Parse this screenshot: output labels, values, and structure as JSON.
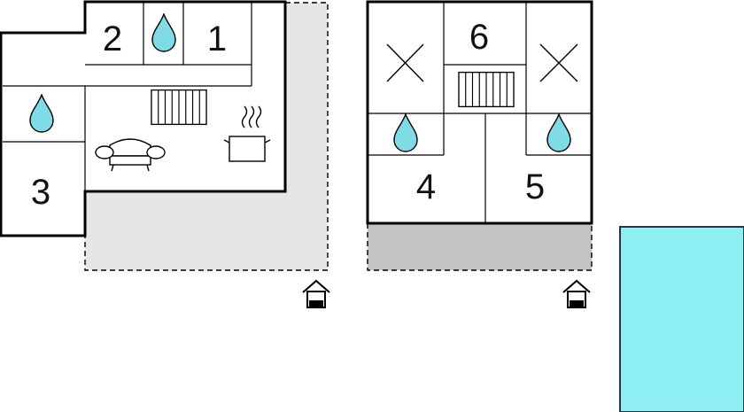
{
  "colors": {
    "water": "#7fdce6",
    "terrace": "#e6e6e6",
    "terrace_dark": "#c3c3c3",
    "pool": "#8eeff2",
    "pool_border": "#1a3a4a"
  },
  "left_building": {
    "rooms": [
      {
        "id": "room-1",
        "label": "1"
      },
      {
        "id": "room-2",
        "label": "2"
      },
      {
        "id": "room-3",
        "label": "3"
      }
    ],
    "icons": [
      "water-drop-icon",
      "water-drop-icon",
      "radiator-icon",
      "sofa-icon",
      "cooking-pot-icon",
      "house-entrance-icon"
    ]
  },
  "right_building": {
    "rooms": [
      {
        "id": "room-4",
        "label": "4"
      },
      {
        "id": "room-5",
        "label": "5"
      },
      {
        "id": "room-6",
        "label": "6"
      }
    ],
    "icons": [
      "cross-icon",
      "cross-icon",
      "radiator-icon",
      "water-drop-icon",
      "water-drop-icon",
      "house-entrance-icon"
    ]
  },
  "pool": {
    "icon": "swimming-pool"
  }
}
